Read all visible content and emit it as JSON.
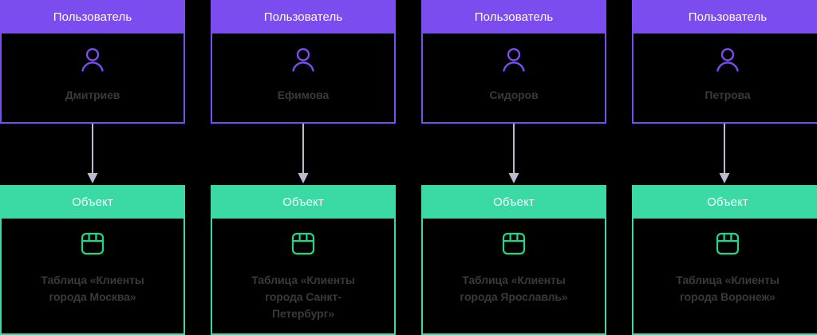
{
  "diagram": {
    "type": "flow",
    "background": "#000000",
    "colors": {
      "user_accent": "#7c4dee",
      "object_accent": "#3bd9a4",
      "header_text": "#ffffff",
      "body_text": "#3a3a3a",
      "connector": "#b9bdd4"
    },
    "columns": [
      {
        "user": {
          "header": "Пользователь",
          "name": "Дмитриев",
          "icon": "user-icon"
        },
        "connector": {
          "icon": "arrow-down-icon",
          "direction": "down"
        },
        "object": {
          "header": "Объект",
          "name": "Таблица «Клиенты\nгорода Москва»",
          "icon": "table-icon"
        }
      },
      {
        "user": {
          "header": "Пользователь",
          "name": "Ефимова",
          "icon": "user-icon"
        },
        "connector": {
          "icon": "arrow-down-icon",
          "direction": "down"
        },
        "object": {
          "header": "Объект",
          "name": "Таблица «Клиенты\nгорода Санкт-\nПетербург»",
          "icon": "table-icon"
        }
      },
      {
        "user": {
          "header": "Пользователь",
          "name": "Сидоров",
          "icon": "user-icon"
        },
        "connector": {
          "icon": "arrow-down-icon",
          "direction": "down"
        },
        "object": {
          "header": "Объект",
          "name": "Таблица «Клиенты\nгорода Ярославль»",
          "icon": "table-icon"
        }
      },
      {
        "user": {
          "header": "Пользователь",
          "name": "Петрова",
          "icon": "user-icon"
        },
        "connector": {
          "icon": "arrow-down-icon",
          "direction": "down"
        },
        "object": {
          "header": "Объект",
          "name": "Таблица «Клиенты\nгорода Воронеж»",
          "icon": "table-icon"
        }
      }
    ]
  }
}
